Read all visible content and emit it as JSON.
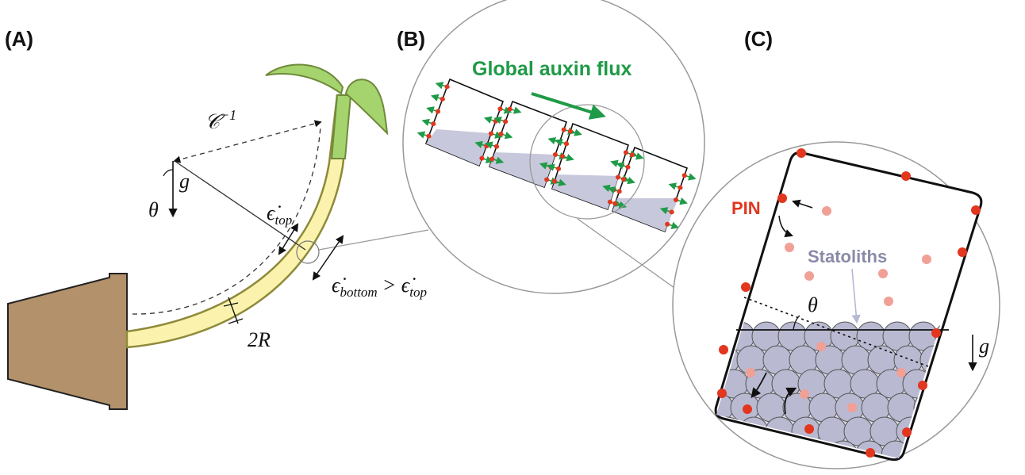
{
  "panels": {
    "a": {
      "label": "(A)"
    },
    "b": {
      "label": "(B)"
    },
    "c": {
      "label": "(C)"
    }
  },
  "panel_a": {
    "curvature_symbol": "𝒞",
    "curvature_exp": "−1",
    "gravity_symbol": "g",
    "angle_symbol": "θ",
    "strain_top": "ϵ̇",
    "strain_top_sub": "top",
    "strain_bottom": "ϵ̇",
    "strain_bottom_sub": "bottom",
    "comparison": "> ϵ̇",
    "comparison_sub": "top",
    "radius_label": "2R"
  },
  "panel_b": {
    "flux_label": "Global auxin flux"
  },
  "panel_c": {
    "pin_label": "PIN",
    "statoliths_label": "Statoliths",
    "angle_symbol": "θ",
    "gravity_symbol": "g"
  },
  "colors": {
    "pot": "#b3916a",
    "stem": "#fbf3ad",
    "stem_outline": "#8e8a3a",
    "leaf": "#a5d46e",
    "leaf_outline": "#6f8a3a",
    "auxin_flux": "#1f9a47",
    "pin": "#e2361f",
    "statolith": "#b9b9d2",
    "statolith_fill_zone": "#c9c9dc",
    "statolith_label": "#8a8aa8",
    "light_pin": "#f0a095"
  }
}
